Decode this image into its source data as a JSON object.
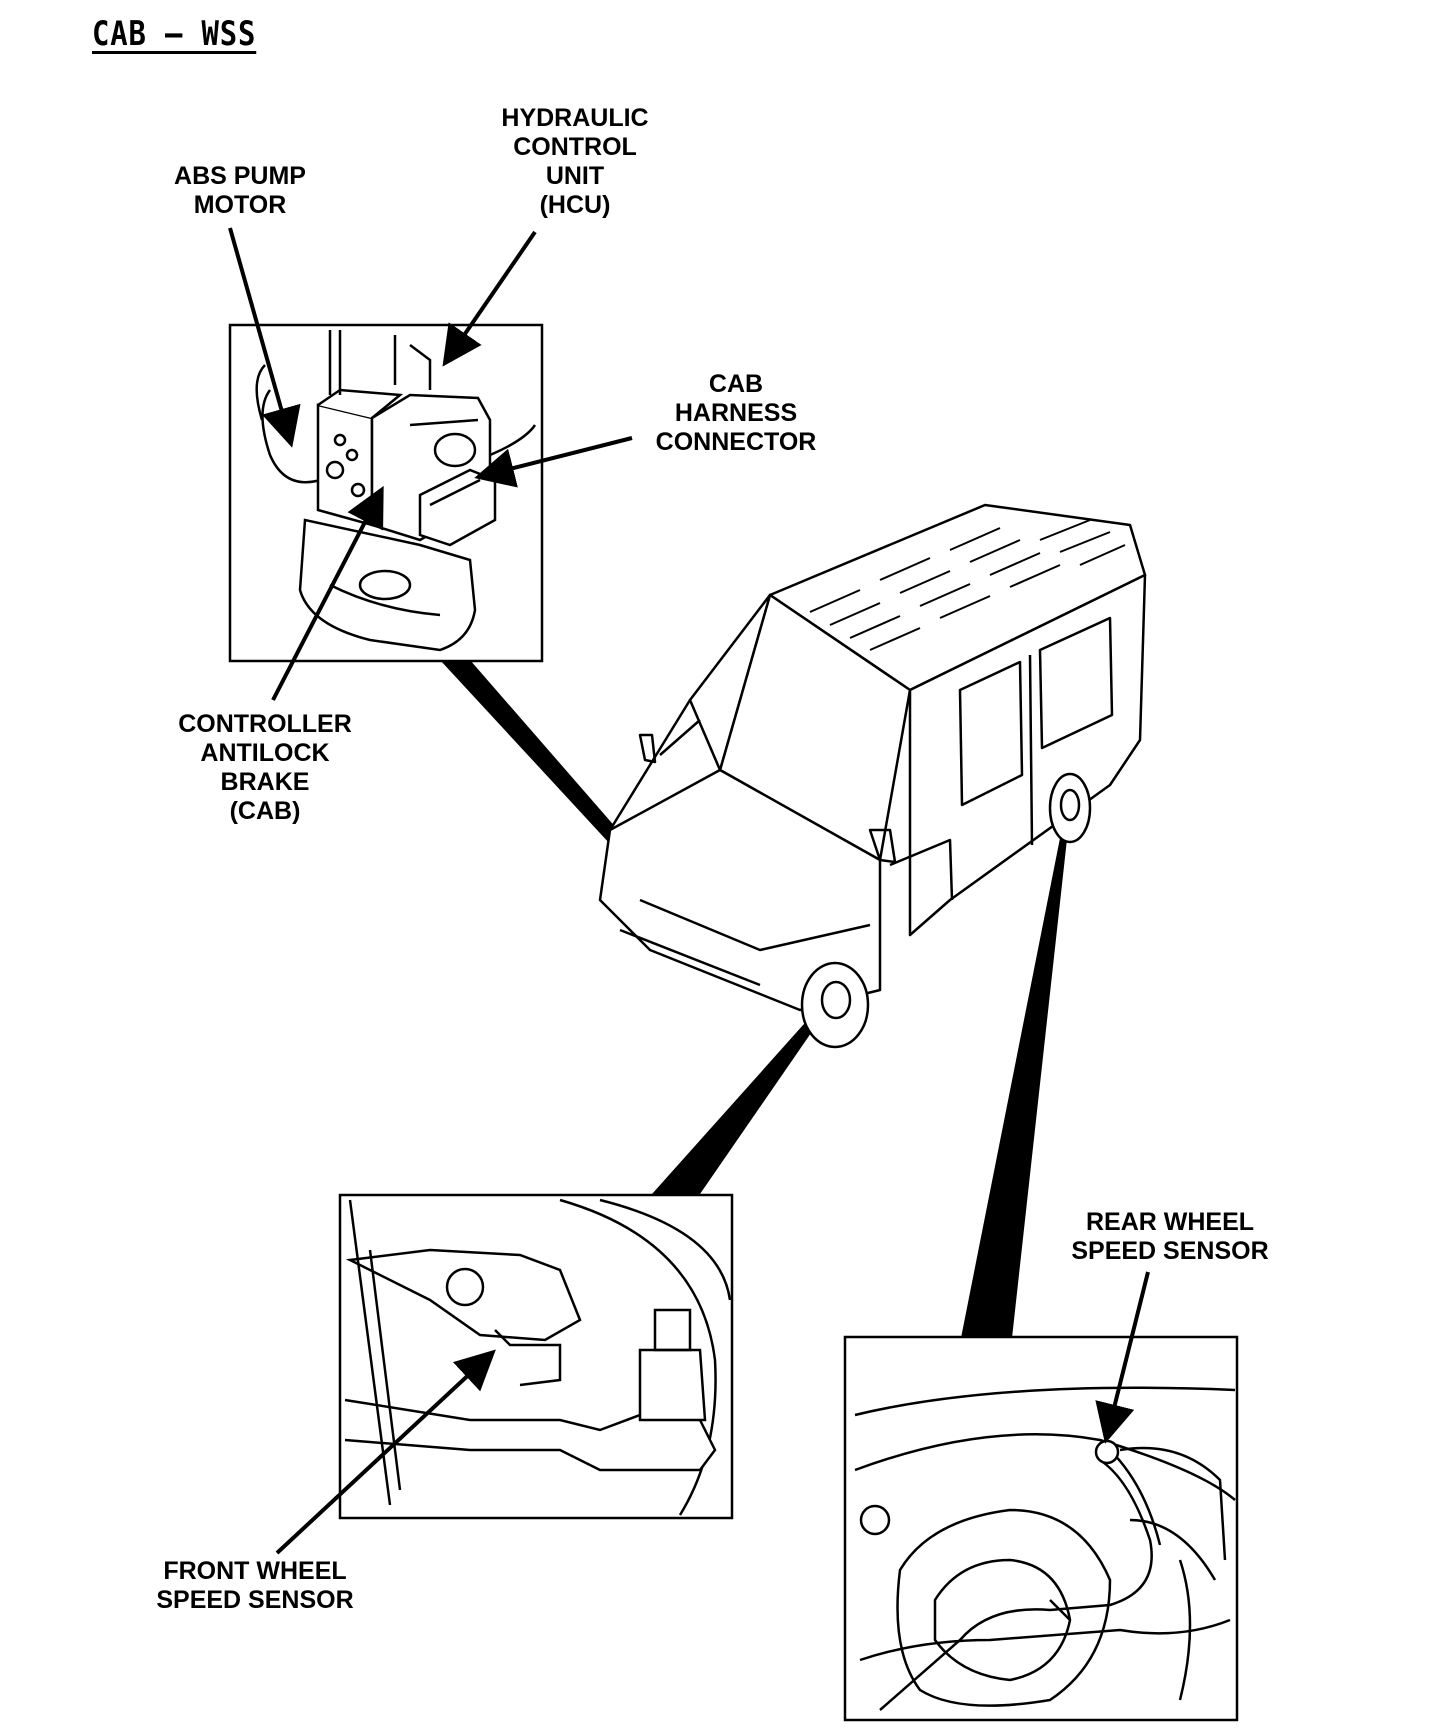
{
  "title": "CAB – WSS",
  "labels": {
    "abs_pump_motor": [
      "ABS PUMP",
      "MOTOR"
    ],
    "hcu": [
      "HYDRAULIC",
      "CONTROL",
      "UNIT",
      "(HCU)"
    ],
    "cab_harness_connector": [
      "CAB",
      "HARNESS",
      "CONNECTOR"
    ],
    "controller_antilock_brake": [
      "CONTROLLER",
      "ANTILOCK",
      "BRAKE",
      "(CAB)"
    ],
    "rear_wheel_speed_sensor": [
      "REAR WHEEL",
      "SPEED SENSOR"
    ],
    "front_wheel_speed_sensor": [
      "FRONT WHEEL",
      "SPEED SENSOR"
    ]
  }
}
